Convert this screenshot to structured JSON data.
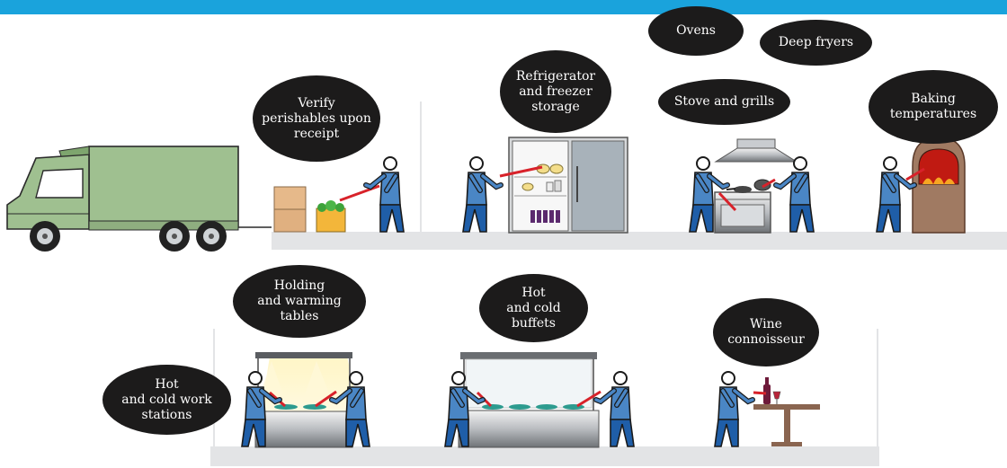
{
  "colors": {
    "header_bar": "#1aa3dc",
    "bubble_fill": "#1c1b1b",
    "bubble_text": "#ffffff",
    "floor": "#e3e4e6",
    "person": "#4a86c5",
    "truck": "#9fc090",
    "laser": "#d8222a"
  },
  "labels": {
    "verify": "Verify\nperishables upon\nreceipt",
    "fridge": "Refrigerator\nand freezer\nstorage",
    "ovens": "Ovens",
    "fryers": "Deep fryers",
    "stove": "Stove and grills",
    "baking": "Baking\ntemperatures",
    "holding": "Holding\nand warming\ntables",
    "buffets": "Hot\nand cold\nbuffets",
    "workstations": "Hot\nand cold work\nstations",
    "wine": "Wine\nconnoisseur"
  },
  "icons": {
    "truck": "delivery-truck-icon",
    "person": "person-with-thermometer-icon",
    "refrigerator": "refrigerator-icon",
    "stove": "stove-icon",
    "oven": "brick-oven-icon",
    "warming_table": "warming-table-icon",
    "buffet": "buffet-counter-icon",
    "wine_table": "wine-table-icon"
  }
}
